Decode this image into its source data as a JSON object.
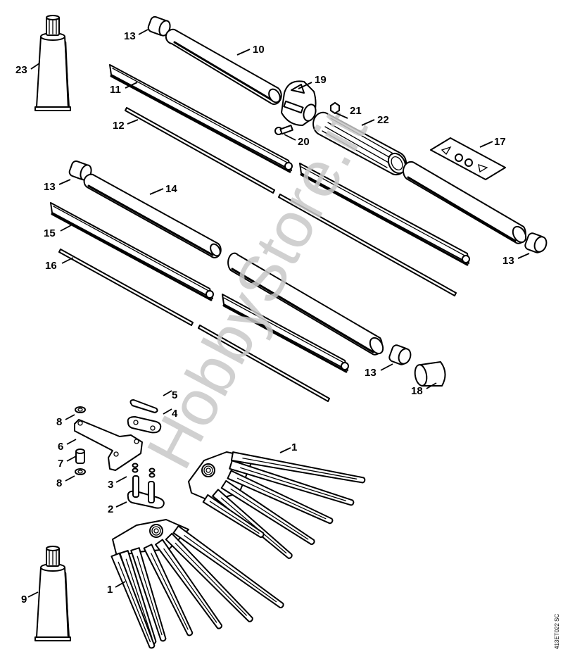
{
  "diagram": {
    "title": "Exploded parts diagram – shaft, drive rod and rake tines",
    "watermark": "HobbyStore.it",
    "drawing_code": "413ET022 SC",
    "colors": {
      "line": "#000000",
      "background": "#ffffff",
      "watermark": "#c8c8c8"
    },
    "parts": [
      {
        "id": "p1a",
        "label": "1",
        "name": "rake-tine-plate-upper"
      },
      {
        "id": "p1b",
        "label": "1",
        "name": "rake-tine-plate-lower"
      },
      {
        "id": "p2",
        "label": "2",
        "name": "pin-link-plate"
      },
      {
        "id": "p3",
        "label": "3",
        "name": "o-rings"
      },
      {
        "id": "p4",
        "label": "4",
        "name": "connecting-link-plate"
      },
      {
        "id": "p5",
        "label": "5",
        "name": "spring-clip"
      },
      {
        "id": "p6",
        "label": "6",
        "name": "lever-arm"
      },
      {
        "id": "p7",
        "label": "7",
        "name": "sleeve"
      },
      {
        "id": "p8a",
        "label": "8",
        "name": "washer-upper"
      },
      {
        "id": "p8b",
        "label": "8",
        "name": "washer-lower"
      },
      {
        "id": "p9",
        "label": "9",
        "name": "grease-tube-lower"
      },
      {
        "id": "p10",
        "label": "10",
        "name": "tube-upper"
      },
      {
        "id": "p11",
        "label": "11",
        "name": "rail-upper"
      },
      {
        "id": "p12",
        "label": "12",
        "name": "drive-rod-upper"
      },
      {
        "id": "p13a",
        "label": "13",
        "name": "end-cap-top"
      },
      {
        "id": "p13b",
        "label": "13",
        "name": "end-cap-middle"
      },
      {
        "id": "p13c",
        "label": "13",
        "name": "end-cap-right"
      },
      {
        "id": "p13d",
        "label": "13",
        "name": "end-cap-bottom"
      },
      {
        "id": "p14",
        "label": "14",
        "name": "tube-middle"
      },
      {
        "id": "p15",
        "label": "15",
        "name": "rail-lower"
      },
      {
        "id": "p16",
        "label": "16",
        "name": "drive-rod-lower"
      },
      {
        "id": "p17",
        "label": "17",
        "name": "warning-decal"
      },
      {
        "id": "p18",
        "label": "18",
        "name": "cap"
      },
      {
        "id": "p19",
        "label": "19",
        "name": "handle-clamp"
      },
      {
        "id": "p20",
        "label": "20",
        "name": "screw"
      },
      {
        "id": "p21",
        "label": "21",
        "name": "nut"
      },
      {
        "id": "p22",
        "label": "22",
        "name": "grip-handle"
      },
      {
        "id": "p23",
        "label": "23",
        "name": "grease-tube-upper"
      }
    ]
  }
}
